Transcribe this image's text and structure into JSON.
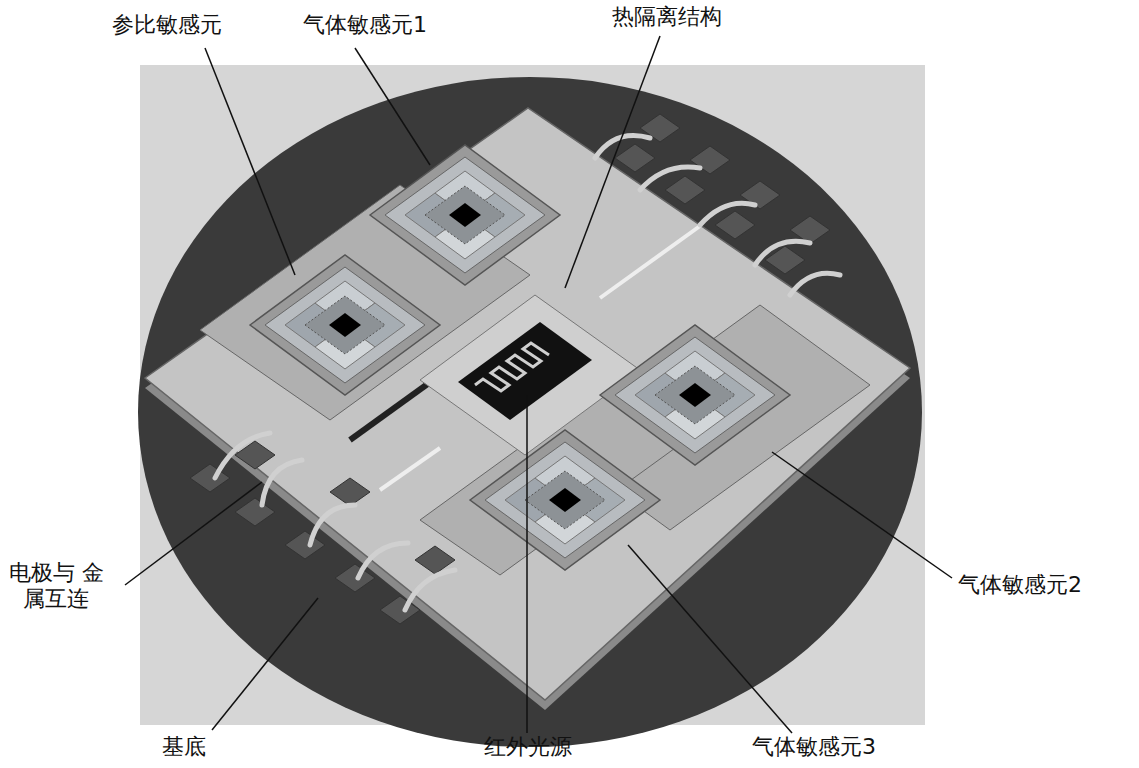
{
  "diagram": {
    "labels": [
      "参比敏感元",
      "气体敏感元1",
      "热隔离结构",
      "电极与 金属互连",
      "基底",
      "红外光源",
      "气体敏感元3",
      "气体敏感元2"
    ]
  }
}
